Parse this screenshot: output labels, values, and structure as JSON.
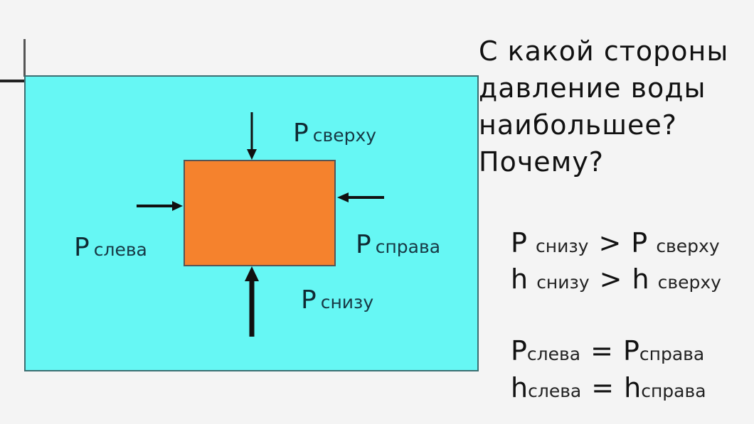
{
  "question": {
    "lines": [
      "С какой стороны",
      "давление воды",
      "наибольшее?",
      "Почему?"
    ]
  },
  "diagram": {
    "water_color": "#66f7f4",
    "body_color": "#f5822d",
    "labels": {
      "top": {
        "symbol": "P",
        "sub": "сверху"
      },
      "left": {
        "symbol": "P",
        "sub": "слева"
      },
      "right": {
        "symbol": "P",
        "sub": "справа"
      },
      "bottom": {
        "symbol": "P",
        "sub": "снизу"
      }
    }
  },
  "relations": [
    {
      "a": "P",
      "a_sub": "снизу",
      "op": ">",
      "b": "P",
      "b_sub": "сверху"
    },
    {
      "a": "h",
      "a_sub": "снизу",
      "op": ">",
      "b": "h",
      "b_sub": "сверху"
    },
    {
      "a": "P",
      "a_sub": "слева",
      "op": "=",
      "b": "P",
      "b_sub": "справа"
    },
    {
      "a": "h",
      "a_sub": "слева",
      "op": "=",
      "b": "h",
      "b_sub": "справа"
    }
  ]
}
